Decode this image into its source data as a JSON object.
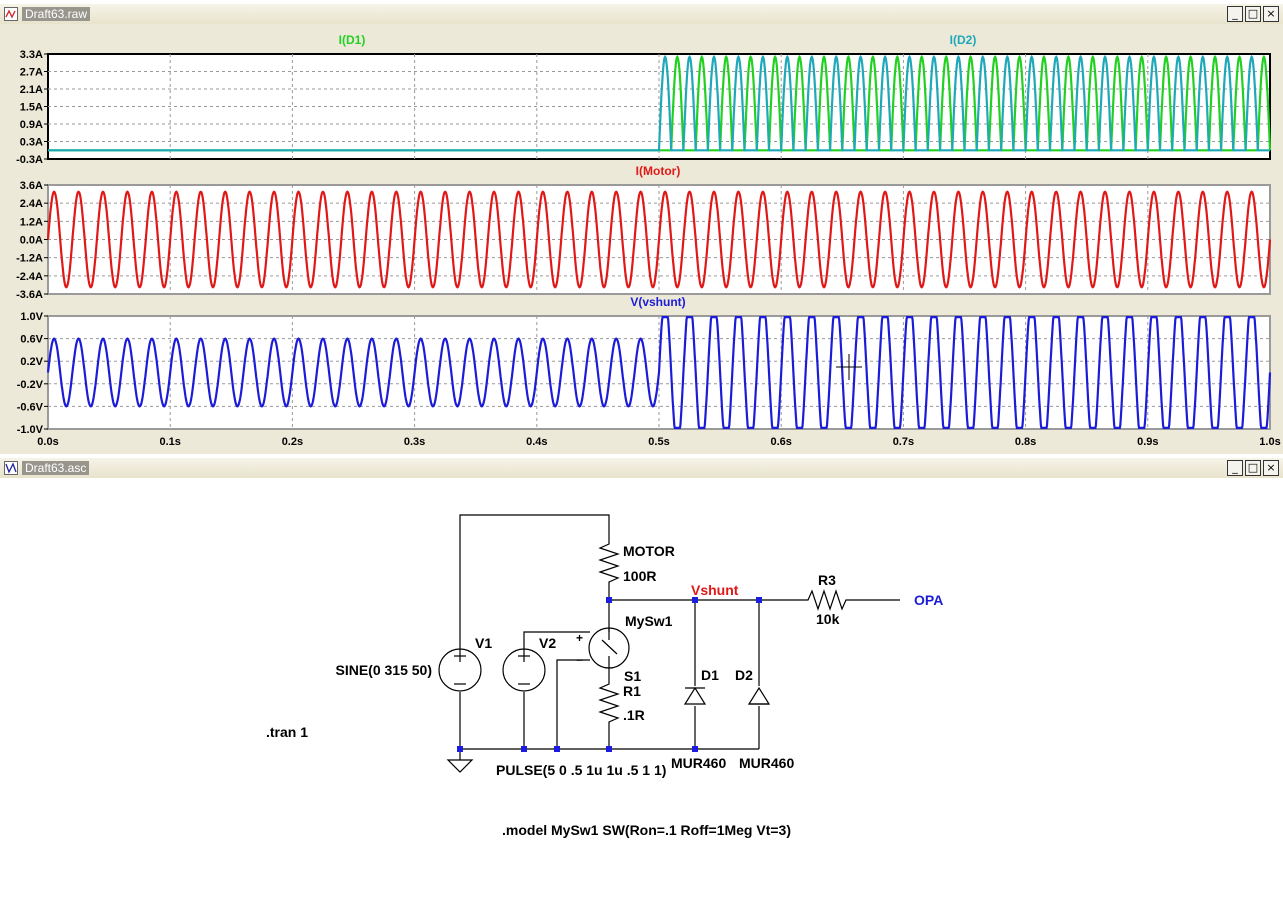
{
  "waveform_window": {
    "title": "Draft63.raw",
    "buttons": [
      "_",
      "□",
      "×"
    ]
  },
  "schematic_window": {
    "title": "Draft63.asc",
    "buttons": [
      "_",
      "□",
      "×"
    ]
  },
  "chart_data": [
    {
      "type": "line",
      "title": "",
      "series": [
        {
          "name": "I(D1)",
          "color": "#22d022",
          "description": "near 0 A until 0.5 s, then half-wave pulses 0 to ~3.2 A at 50 Hz"
        },
        {
          "name": "I(D2)",
          "color": "#1ea8b8",
          "description": "near 0 A until 0.5 s, then half-wave pulses 0 to ~3.2 A at 50 Hz, offset half a period"
        }
      ],
      "yticks": [
        "3.3A",
        "2.7A",
        "2.1A",
        "1.5A",
        "0.9A",
        "0.3A",
        "-0.3A"
      ],
      "ylim": [
        -0.3,
        3.3
      ],
      "xlim": [
        0,
        1.0
      ]
    },
    {
      "type": "line",
      "title": "",
      "series": [
        {
          "name": "I(Motor)",
          "color": "#e01818",
          "amplitude": 3.15,
          "frequency_hz": 50
        }
      ],
      "yticks": [
        "3.6A",
        "2.4A",
        "1.2A",
        "0.0A",
        "-1.2A",
        "-2.4A",
        "-3.6A"
      ],
      "ylim": [
        -3.6,
        3.6
      ],
      "xlim": [
        0,
        1.0
      ]
    },
    {
      "type": "line",
      "title": "",
      "series": [
        {
          "name": "V(vshunt)",
          "color": "#1c1cd8",
          "amplitude_before_0_5s": 0.6,
          "amplitude_after_0_5s": 1.0,
          "frequency_hz": 50
        }
      ],
      "yticks": [
        "1.0V",
        "0.6V",
        "0.2V",
        "-0.2V",
        "-0.6V",
        "-1.0V"
      ],
      "ylim": [
        -1.0,
        1.0
      ],
      "xlim": [
        0,
        1.0
      ],
      "xticks": [
        "0.0s",
        "0.1s",
        "0.2s",
        "0.3s",
        "0.4s",
        "0.5s",
        "0.6s",
        "0.7s",
        "0.8s",
        "0.9s",
        "1.0s"
      ]
    }
  ],
  "schematic": {
    "motor_name": "MOTOR",
    "motor_value": "100R",
    "vshunt_label": "Vshunt",
    "r3_name": "R3",
    "r3_value": "10k",
    "opa_label": "OPA",
    "switch_name": "MySw1",
    "s1_name": "S1",
    "r1_name": "R1",
    "r1_value": ".1R",
    "v1_name": "V1",
    "v1_value": "SINE(0 315 50)",
    "v2_name": "V2",
    "v2_value": "PULSE(5 0 .5 1u 1u .5 1 1)",
    "d1_name": "D1",
    "d1_value": "MUR460",
    "d2_name": "D2",
    "d2_value": "MUR460",
    "tran_directive": ".tran 1",
    "model_directive": ".model MySw1  SW(Ron=.1 Roff=1Meg Vt=3)",
    "plus_sign": "+",
    "minus_sign": "−"
  }
}
